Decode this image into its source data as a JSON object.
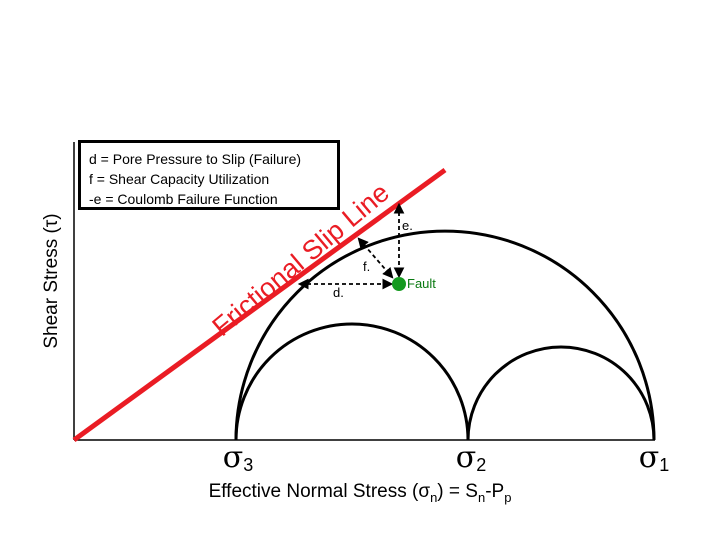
{
  "legend": {
    "items": [
      "d = Pore Pressure to Slip (Failure)",
      "f = Shear Capacity Utilization",
      "-e = Coulomb Failure Function"
    ]
  },
  "slip_line_label": "Frictional Slip Line",
  "axes": {
    "y_label": "Shear Stress (τ)",
    "x_label_prefix": "Effective Normal Stress (σ",
    "x_label_sub_n": "n",
    "x_label_mid": ") = S",
    "x_label_sub_n2": "n",
    "x_label_minus": "-P",
    "x_label_sub_p": "p"
  },
  "sigmas": [
    {
      "symbol": "σ",
      "sub": "3"
    },
    {
      "symbol": "σ",
      "sub": "2"
    },
    {
      "symbol": "σ",
      "sub": "1"
    }
  ],
  "vectors": {
    "d": "d.",
    "e": "e.",
    "f": "f."
  },
  "fault_label": "Fault",
  "colors": {
    "slip_line": "#ea1c24",
    "fault_point": "#149a1f",
    "fault_text": "#0a7a12",
    "axes": "#000000"
  }
}
